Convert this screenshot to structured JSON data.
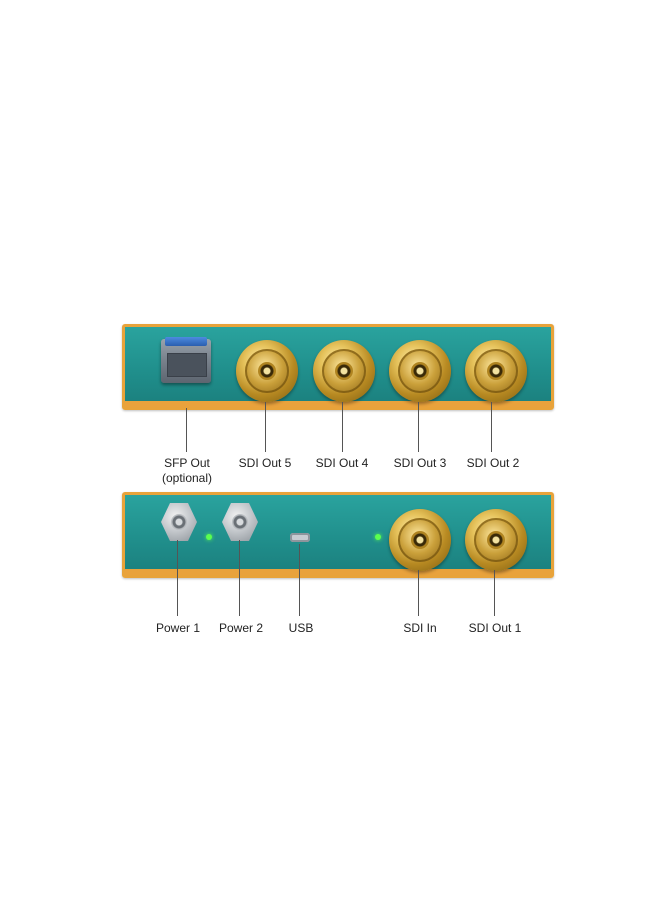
{
  "top_panel": {
    "labels": {
      "sfp_out": "SFP Out\n(optional)",
      "sdi_out_5": "SDI Out 5",
      "sdi_out_4": "SDI Out 4",
      "sdi_out_3": "SDI Out 3",
      "sdi_out_2": "SDI Out 2"
    }
  },
  "bottom_panel": {
    "labels": {
      "power_1": "Power 1",
      "power_2": "Power 2",
      "usb": "USB",
      "sdi_in": "SDI In",
      "sdi_out_1": "SDI Out 1"
    }
  },
  "colors": {
    "panel_teal": "#208f8c",
    "panel_trim_orange": "#e8a33a",
    "connector_gold": "#c9a03a",
    "led_green": "#5bff4f"
  }
}
